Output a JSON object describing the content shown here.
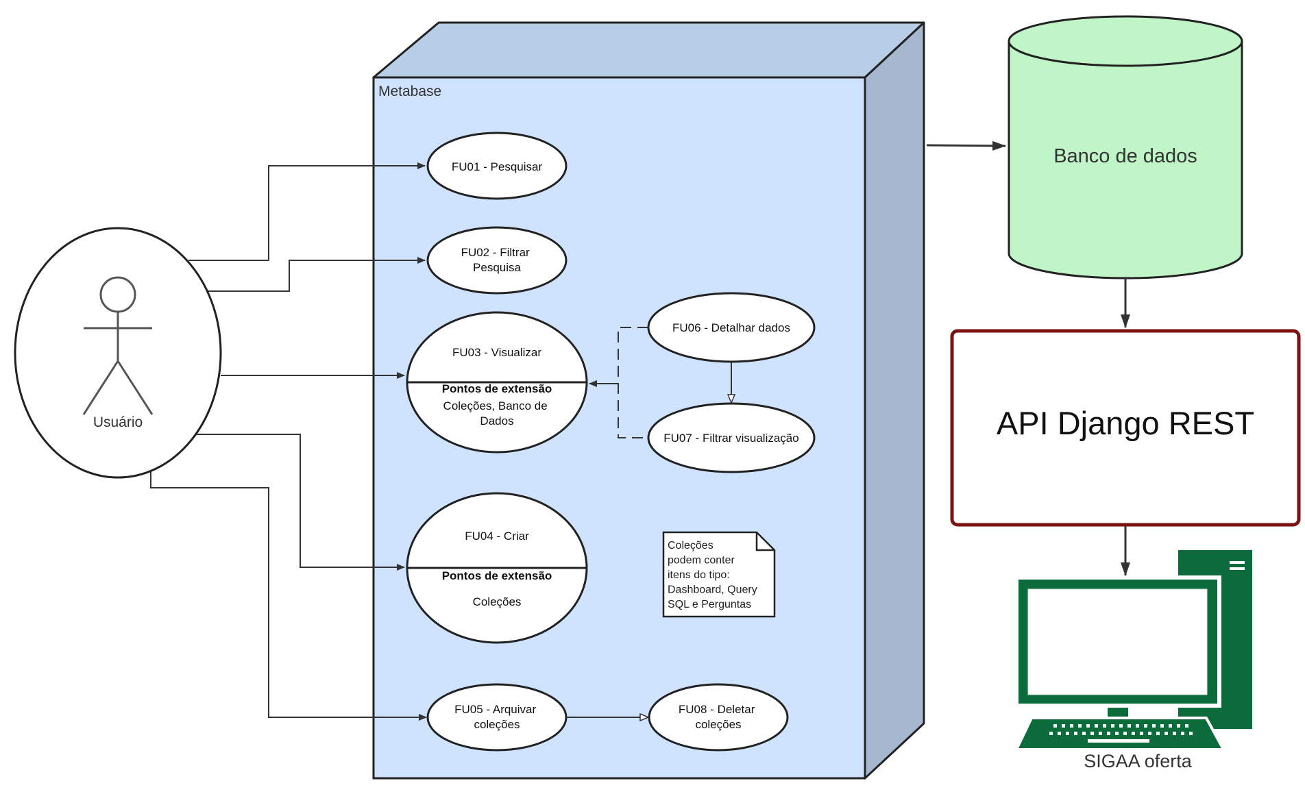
{
  "actor": {
    "label": "Usuário"
  },
  "system": {
    "label": "Metabase"
  },
  "use_cases": {
    "fu01": {
      "lines": [
        "FU01 - Pesquisar"
      ]
    },
    "fu02": {
      "lines": [
        "FU02 - Filtrar",
        "Pesquisa"
      ]
    },
    "fu03": {
      "title": "FU03 - Visualizar",
      "ext_heading": "Pontos de extensão",
      "ext_lines": [
        "Coleções, Banco de",
        "Dados"
      ]
    },
    "fu04": {
      "title": "FU04 - Criar",
      "ext_heading": "Pontos de extensão",
      "ext_lines": [
        "Coleções"
      ]
    },
    "fu05": {
      "lines": [
        "FU05 - Arquivar",
        "coleções"
      ]
    },
    "fu06": {
      "lines": [
        "FU06 - Detalhar dados"
      ]
    },
    "fu07": {
      "lines": [
        "FU07 - Filtrar visualização"
      ]
    },
    "fu08": {
      "lines": [
        "FU08 - Deletar",
        "coleções"
      ]
    }
  },
  "note": {
    "lines": [
      "Coleções",
      "podem conter",
      "itens do tipo:",
      "Dashboard, Query",
      "SQL e Perguntas"
    ]
  },
  "database": {
    "label": "Banco de dados"
  },
  "api": {
    "label": "API Django REST"
  },
  "client": {
    "label": "SIGAA oferta"
  },
  "colors": {
    "system_front": "#cfe3ff",
    "system_top": "#b8cde6",
    "system_side": "#a6b8cf",
    "database_fill": "#c0f5c8",
    "api_border": "#7a1212",
    "computer_green": "#0b6b3a",
    "line": "#333333"
  }
}
